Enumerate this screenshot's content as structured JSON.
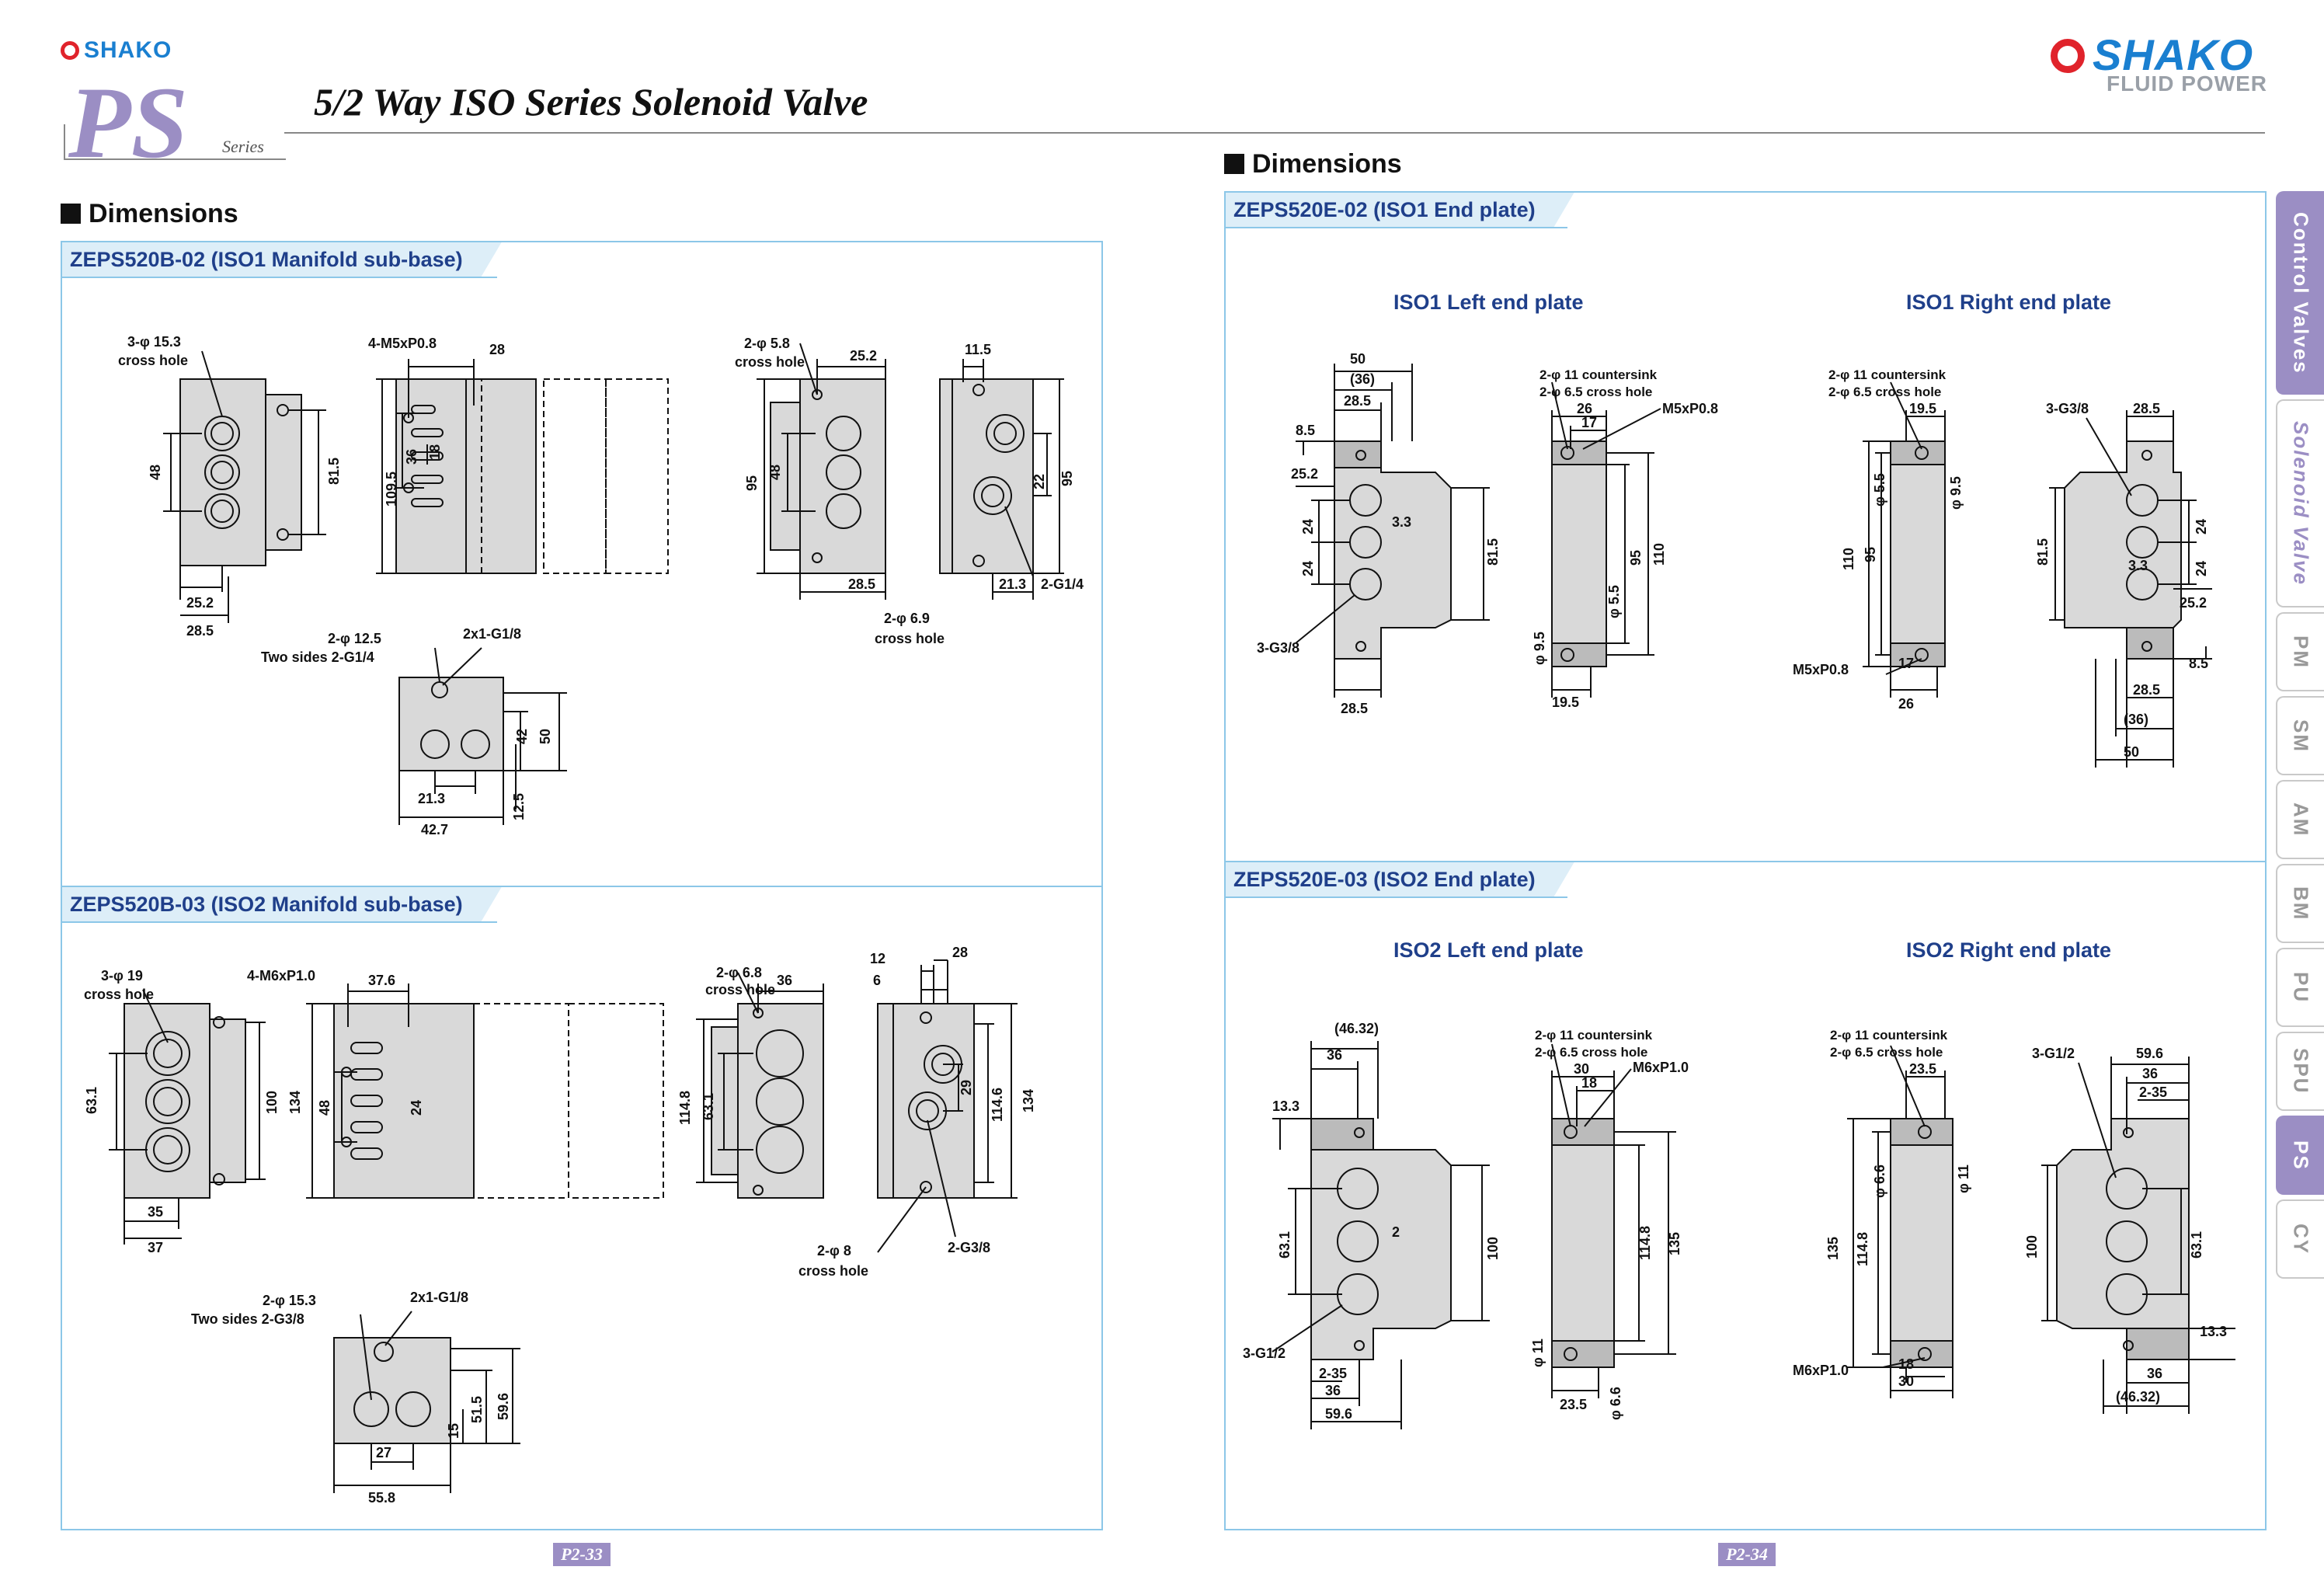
{
  "header": {
    "brand_small": "SHAKO",
    "series_letters": "PS",
    "series_word": "Series",
    "title": "5/2 Way ISO Series Solenoid Valve",
    "brand_big": "SHAKO",
    "brand_tagline": "FLUID POWER"
  },
  "left": {
    "section_title": "Dimensions",
    "panel1": {
      "tab": "ZEPS520B-02 (ISO1 Manifold sub-base)",
      "labels": {
        "a1": "3-φ 15.3",
        "a2": "cross hole",
        "a3": "48",
        "a4": "81.5",
        "a5": "25.2",
        "a6": "28.5",
        "b1": "4-M5xP0.8",
        "b2": "28",
        "b3": "109.5",
        "b4": "36",
        "b5": "18",
        "c1": "2-φ 5.8",
        "c2": "cross hole",
        "c3": "25.2",
        "c4": "95",
        "c5": "48",
        "c6": "28.5",
        "d1": "11.5",
        "d2": "22",
        "d3": "95",
        "d4": "21.3",
        "d5": "2-G1/4",
        "d6": "2-φ 6.9",
        "d7": "cross hole",
        "e1": "2-φ 12.5",
        "e2": "Two sides 2-G1/4",
        "e3": "2x1-G1/8",
        "e4": "42",
        "e5": "50",
        "e6": "21.3",
        "e7": "12.5",
        "e8": "42.7"
      }
    },
    "panel2": {
      "tab": "ZEPS520B-03 (ISO2 Manifold sub-base)",
      "labels": {
        "a1": "3-φ 19",
        "a2": "cross hole",
        "a3": "63.1",
        "a4": "100",
        "a5": "35",
        "a6": "37",
        "b1": "4-M6xP1.0",
        "b2": "37.6",
        "b3": "134",
        "b4": "48",
        "b5": "24",
        "c1": "2-φ 6.8",
        "c2": "cross hole",
        "c3": "36",
        "c4": "114.8",
        "c5": "63.1",
        "d1": "12",
        "d2": "28",
        "d3": "6",
        "d4": "29",
        "d5": "114.6",
        "d6": "134",
        "d7": "2-φ 8",
        "d8": "cross hole",
        "d9": "2-G3/8",
        "e1": "2-φ 15.3",
        "e2": "Two sides 2-G3/8",
        "e3": "2x1-G1/8",
        "e4": "51.5",
        "e5": "59.6",
        "e6": "15",
        "e7": "27",
        "e8": "55.8"
      }
    },
    "page_number": "P2-33"
  },
  "right": {
    "section_title": "Dimensions",
    "panel1": {
      "tab": "ZEPS520E-02 (ISO1 End plate)",
      "left_title": "ISO1 Left end plate",
      "right_title": "ISO1 Right end plate",
      "labels": {
        "l1": "50",
        "l2": "(36)",
        "l3": "28.5",
        "l4": "8.5",
        "l5": "25.2",
        "l6": "24",
        "l7": "24",
        "l8": "3.3",
        "l9": "81.5",
        "l10": "3-G3/8",
        "l11": "28.5",
        "m1": "2-φ 11 countersink",
        "m2": "2-φ 6.5 cross hole",
        "m3": "26",
        "m4": "17",
        "m5": "M5xP0.8",
        "m6": "95",
        "m7": "110",
        "m8": "φ 5.5",
        "m9": "φ 9.5",
        "m10": "19.5",
        "n1": "2-φ 11 countersink",
        "n2": "2-φ 6.5 cross hole",
        "n3": "19.5",
        "n4": "φ 5.5",
        "n5": "φ 9.5",
        "n6": "110",
        "n7": "95",
        "n8": "M5xP0.8",
        "n9": "17",
        "n10": "26",
        "o1": "3-G3/8",
        "o2": "28.5",
        "o3": "81.5",
        "o4": "24",
        "o5": "24",
        "o6": "3.3",
        "o7": "25.2",
        "o8": "8.5",
        "o9": "28.5",
        "o10": "(36)",
        "o11": "50"
      }
    },
    "panel2": {
      "tab": "ZEPS520E-03 (ISO2 End plate)",
      "left_title": "ISO2 Left end plate",
      "right_title": "ISO2 Right end plate",
      "labels": {
        "l1": "(46.32)",
        "l2": "36",
        "l3": "13.3",
        "l4": "63.1",
        "l5": "2",
        "l6": "100",
        "l7": "3-G1/2",
        "l8": "2-35",
        "l9": "36",
        "l10": "59.6",
        "m1": "2-φ 11 countersink",
        "m2": "2-φ 6.5 cross hole",
        "m3": "30",
        "m4": "18",
        "m5": "M6xP1.0",
        "m6": "114.8",
        "m7": "135",
        "m8": "φ 11",
        "m9": "23.5",
        "m10": "φ 6.6",
        "n1": "2-φ 11 countersink",
        "n2": "2-φ 6.5 cross hole",
        "n3": "23.5",
        "n4": "φ 6.6",
        "n5": "φ 11",
        "n6": "135",
        "n7": "114.8",
        "n8": "M6xP1.0",
        "n9": "18",
        "n10": "30",
        "o1": "3-G1/2",
        "o2": "59.6",
        "o3": "36",
        "o4": "2-35",
        "o5": "100",
        "o6": "63.1",
        "o7": "13.3",
        "o8": "36",
        "o9": "(46.32)"
      }
    },
    "page_number": "P2-34"
  },
  "sidebar": {
    "tabs": [
      "Control Valves",
      "Solenoid Valve",
      "PM",
      "SM",
      "AM",
      "BM",
      "PU",
      "SPU",
      "PS",
      "CY"
    ]
  },
  "colors": {
    "accent": "#9b8ec4",
    "panel_border": "#8cc7e8",
    "tab_text": "#1f3f8a",
    "brand_blue": "#1a7fd0",
    "brand_red": "#e0232b",
    "part_fill": "#d9d9d9"
  }
}
